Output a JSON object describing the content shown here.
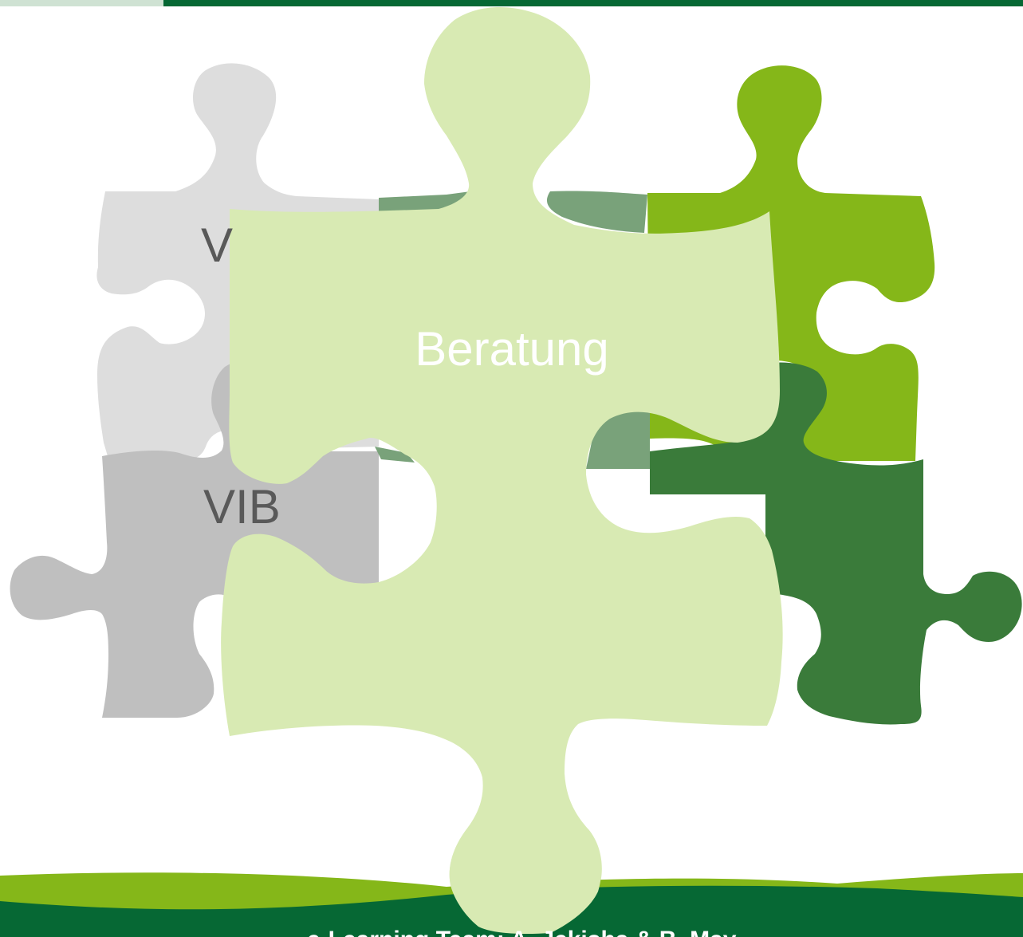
{
  "slide": {
    "labels": {
      "top_left": "V",
      "bottom_left": "VIB",
      "center": "Beratung"
    },
    "footer": "e-Learning Team: A. Jekisha & B. May"
  },
  "colors": {
    "light_gray": "#dddddd",
    "mid_gray": "#bfbfbf",
    "lime_green": "#85b719",
    "dark_green": "#3a7b3a",
    "pale_green": "#d8eab3",
    "muted_green": "#79a27a",
    "header_green": "#066834",
    "header_light": "#cfe2d3",
    "label_gray": "#595959",
    "label_white": "#ffffff"
  }
}
